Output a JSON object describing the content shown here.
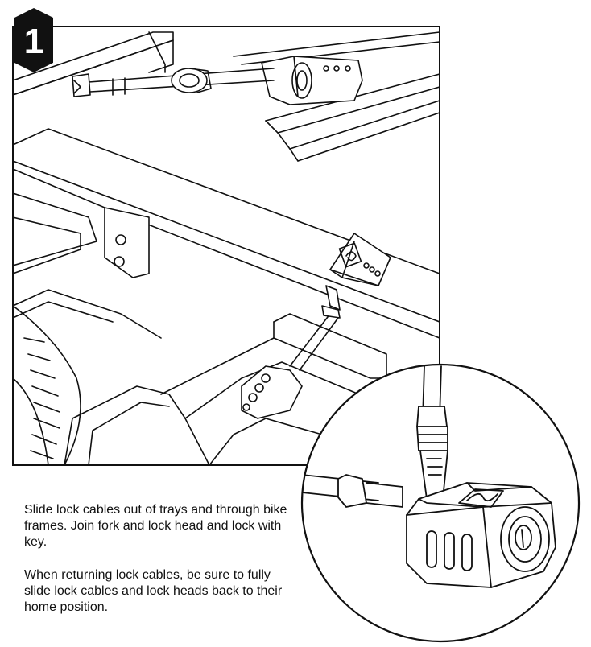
{
  "step": {
    "number": "1"
  },
  "instructions": {
    "paragraph_1": "Slide lock cables out of trays and through bike frames. Join fork and lock head and lock with key.",
    "paragraph_2": "When returning lock cables, be sure to fully slide lock cables and lock heads back to their home position."
  },
  "colors": {
    "line": "#111111",
    "badge": "#111111",
    "background": "#ffffff"
  },
  "icons": {
    "step_badge": "hexagon-badge",
    "brand_mark": "s-logo-icon"
  }
}
